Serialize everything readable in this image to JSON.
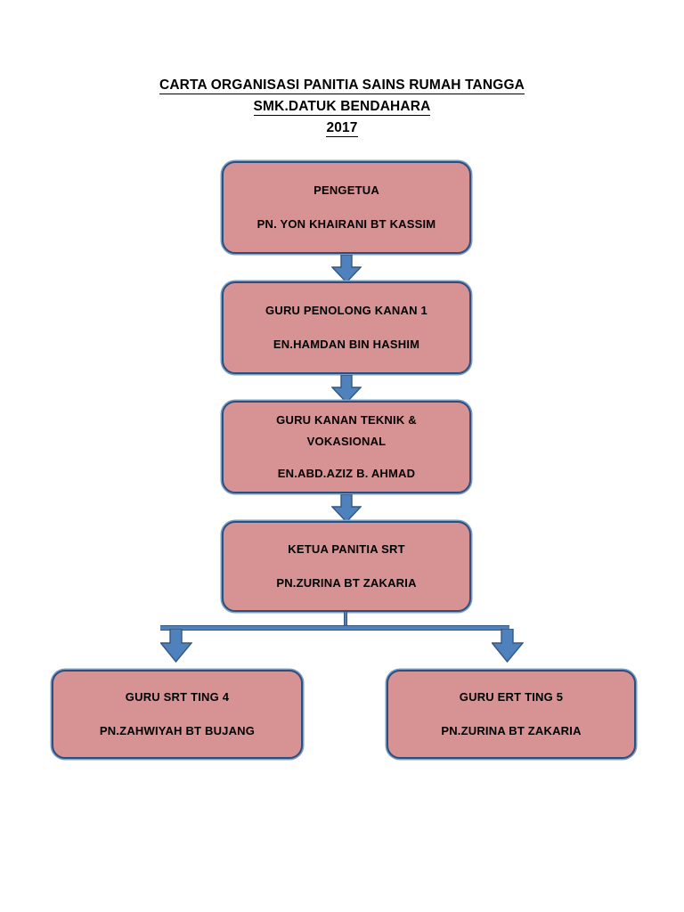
{
  "document": {
    "title_lines": [
      "CARTA ORGANISASI PANITIA SAINS RUMAH TANGGA",
      "SMK.DATUK BENDAHARA",
      "2017"
    ]
  },
  "theme": {
    "box_fill": "#d79393",
    "box_border": "#2e4e7e",
    "box_glow": "#7d9fc4",
    "arrow_fill": "#4f81bd",
    "arrow_border": "#35587f",
    "text_color": "#000000",
    "background": "#ffffff"
  },
  "chart_data": {
    "type": "org-chart",
    "title": "CARTA ORGANISASI PANITIA SAINS RUMAH TANGGA",
    "subtitle": "SMK.DATUK BENDAHARA",
    "year": "2017",
    "nodes": [
      {
        "id": "pengetua",
        "role": "PENGETUA",
        "person": "PN. YON KHAIRANI BT KASSIM",
        "level": 1
      },
      {
        "id": "gpk1",
        "role": "GURU PENOLONG KANAN 1",
        "person": "EN.HAMDAN BIN HASHIM",
        "level": 2
      },
      {
        "id": "gkv",
        "role": "GURU KANAN TEKNIK &\nVOKASIONAL",
        "person": "EN.ABD.AZIZ B. AHMAD",
        "level": 3
      },
      {
        "id": "ketua",
        "role": "KETUA PANITIA SRT",
        "person": "PN.ZURINA BT ZAKARIA",
        "level": 4
      },
      {
        "id": "guru-srt-4",
        "role": "GURU SRT TING 4",
        "person": "PN.ZAHWIYAH BT BUJANG",
        "level": 5
      },
      {
        "id": "guru-ert-5",
        "role": "GURU ERT TING 5",
        "person": "PN.ZURINA BT ZAKARIA",
        "level": 5
      }
    ],
    "edges": [
      {
        "from": "pengetua",
        "to": "gpk1",
        "style": "down-arrow"
      },
      {
        "from": "gpk1",
        "to": "gkv",
        "style": "down-arrow"
      },
      {
        "from": "gkv",
        "to": "ketua",
        "style": "down-arrow"
      },
      {
        "from": "ketua",
        "to": "guru-srt-4",
        "style": "branch-arrow"
      },
      {
        "from": "ketua",
        "to": "guru-ert-5",
        "style": "branch-arrow"
      }
    ]
  }
}
